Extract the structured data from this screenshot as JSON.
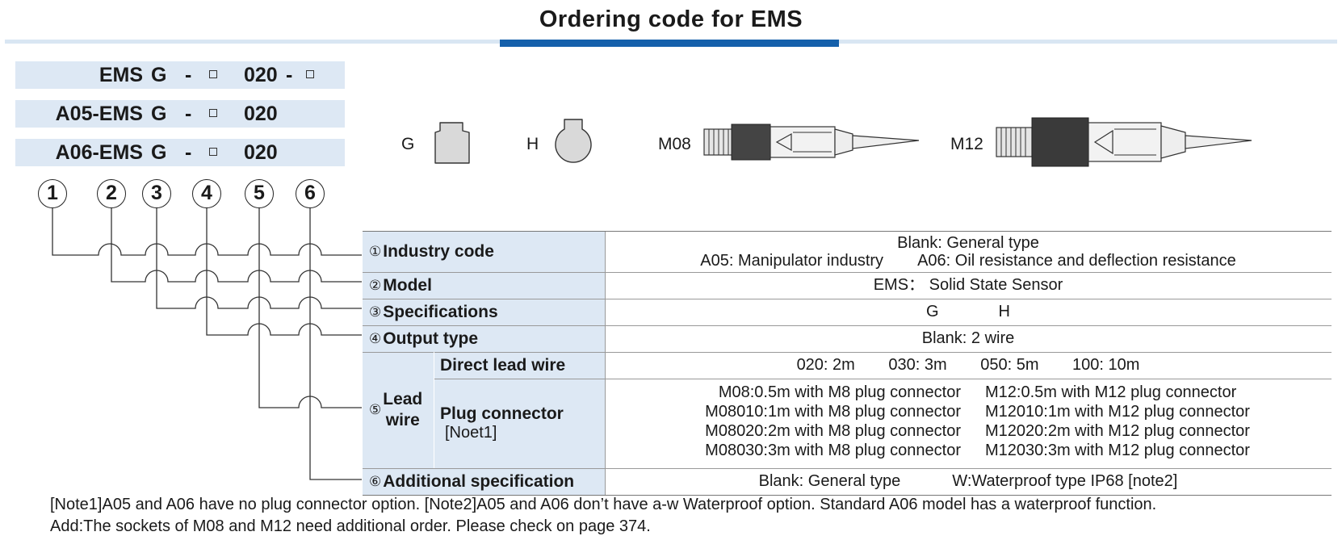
{
  "title": "Ordering code for EMS",
  "code_rows": [
    {
      "prefix": "EMS",
      "spec": "G",
      "dash": "-",
      "len": "020",
      "dash2": "-",
      "has_tail_box": true
    },
    {
      "prefix": "A05-EMS",
      "spec": "G",
      "dash": "-",
      "len": "020",
      "dash2": "",
      "has_tail_box": false
    },
    {
      "prefix": "A06-EMS",
      "spec": "G",
      "dash": "-",
      "len": "020",
      "dash2": "",
      "has_tail_box": false
    }
  ],
  "circles": [
    "1",
    "2",
    "3",
    "4",
    "5",
    "6"
  ],
  "sketches": {
    "g_label": "G",
    "h_label": "H",
    "m08_label": "M08",
    "m12_label": "M12"
  },
  "table": {
    "industry": {
      "num": "①",
      "label": "Industry code",
      "line1": "Blank: General type",
      "line2a": "A05: Manipulator industry",
      "line2b": "A06: Oil resistance and deflection resistance"
    },
    "model": {
      "num": "②",
      "label": "Model",
      "value": "EMS： Solid State Sensor"
    },
    "specifications": {
      "num": "③",
      "label": "Specifications",
      "value_g": "G",
      "value_h": "H"
    },
    "output": {
      "num": "④",
      "label": "Output type",
      "value": "Blank: 2 wire"
    },
    "lead_wire": {
      "num": "⑤",
      "label_line1": "Lead",
      "label_line2": "wire",
      "direct": {
        "label": "Direct lead wire",
        "options": [
          "020: 2m",
          "030: 3m",
          "050: 5m",
          "100: 10m"
        ]
      },
      "plug": {
        "label": "Plug connector",
        "note": "[Noet1]",
        "m8": [
          "M08:0.5m with M8 plug connector",
          "M08010:1m with M8 plug connector",
          "M08020:2m with M8 plug connector",
          "M08030:3m with M8 plug connector"
        ],
        "m12": [
          "M12:0.5m with M12 plug connector",
          "M12010:1m with M12 plug connector",
          "M12020:2m with M12 plug connector",
          "M12030:3m with M12 plug connector"
        ]
      }
    },
    "additional": {
      "num": "⑥",
      "label": "Additional specification",
      "value_a": "Blank: General type",
      "value_b": "W:Waterproof type IP68 [note2]"
    }
  },
  "notes": [
    "[Note1]A05 and A06 have no plug connector option. [Note2]A05 and A06 don’t have a-w Waterproof option. Standard A06 model has a waterproof function.",
    "Add:The sockets of M08 and M12 need additional order. Please check on page 374."
  ],
  "colors": {
    "accent": "#1560ab",
    "header_fill": "#dde8f4",
    "rule_light": "#d9e6f3"
  }
}
